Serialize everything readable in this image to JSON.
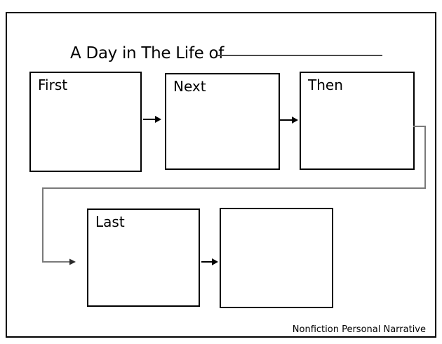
{
  "page": {
    "title": "A Day in The Life of",
    "footer": "Nonfiction Personal Narrative"
  },
  "organizer": {
    "boxes": [
      {
        "id": "first",
        "label": "First"
      },
      {
        "id": "next",
        "label": "Next"
      },
      {
        "id": "then",
        "label": "Then"
      },
      {
        "id": "last",
        "label": "Last"
      },
      {
        "id": "final",
        "label": ""
      }
    ],
    "flow": [
      "First",
      "Next",
      "Then",
      "Last",
      ""
    ]
  },
  "colors": {
    "ink": "#000000",
    "connector": "#7a7a7a",
    "underline": "#4a4a4a",
    "background": "#ffffff"
  }
}
